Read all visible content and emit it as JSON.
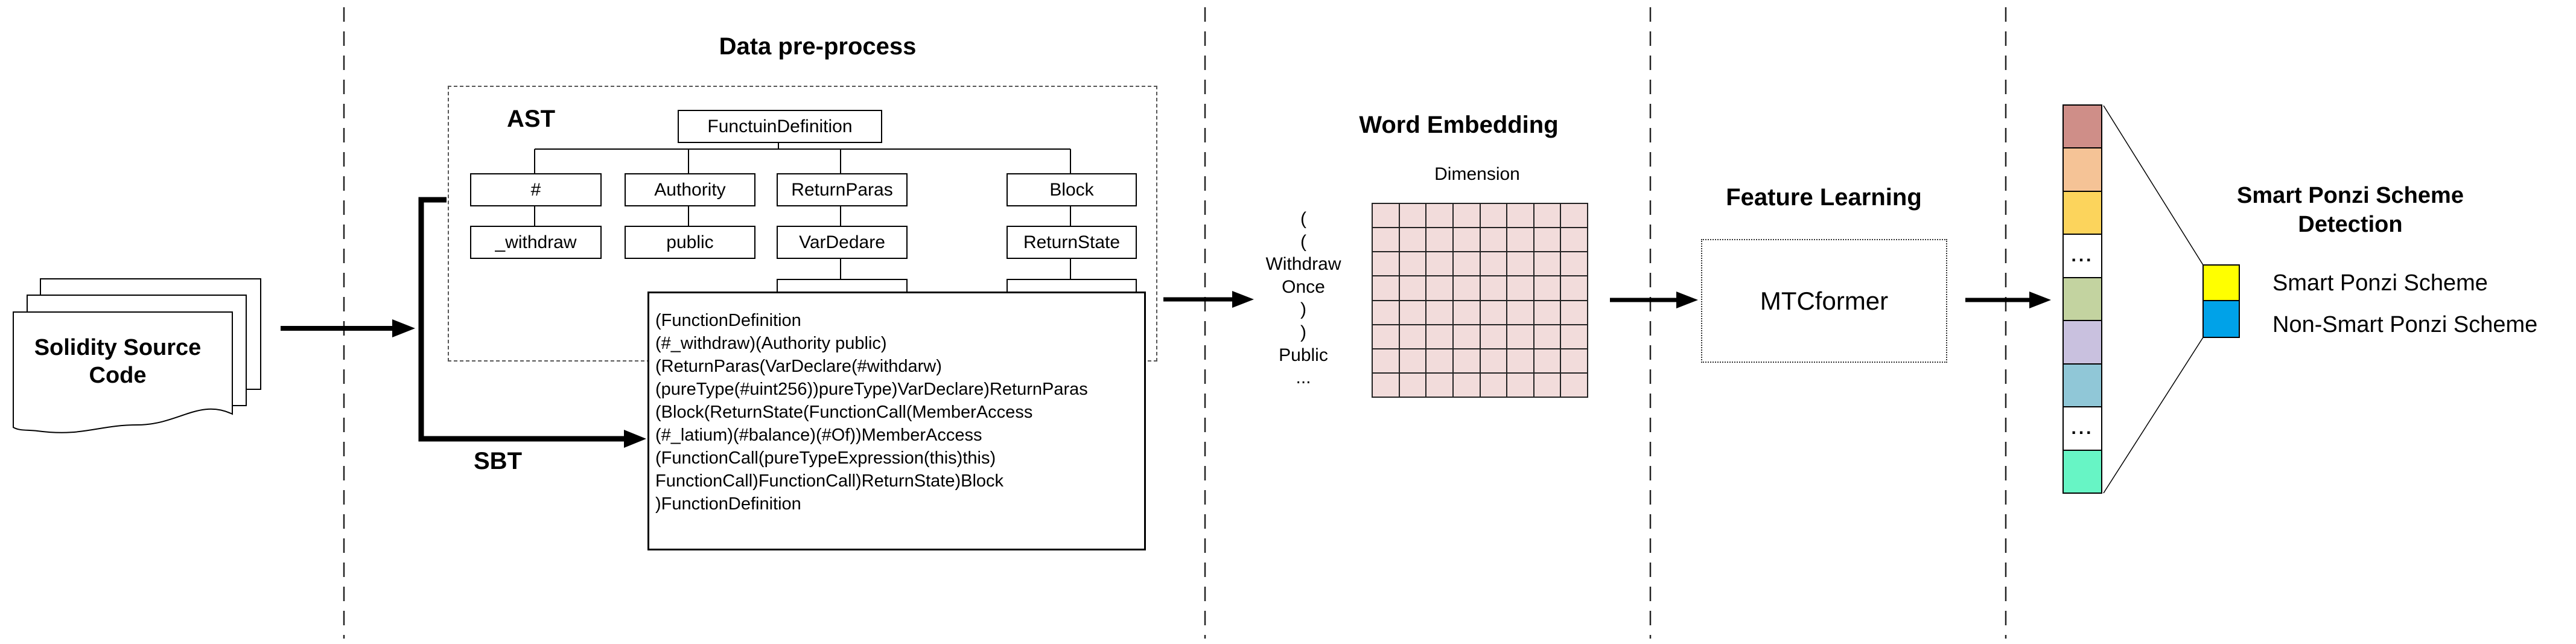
{
  "source": {
    "title_line1": "Solidity Source",
    "title_line2": "Code"
  },
  "preprocess": {
    "title": "Data pre-process",
    "ast_label": "AST",
    "sbt_label": "SBT",
    "ast": {
      "root": "FunctuinDefinition",
      "level1": [
        "#",
        "Authority",
        "ReturnParas",
        "Block"
      ],
      "level2": [
        "_withdraw",
        "public",
        "VarDedare",
        "ReturnState"
      ]
    },
    "sbt_lines": [
      "(FunctionDefinition",
      "(#_withdraw)(Authority public)",
      "(ReturnParas(VarDeclare(#withdarw)",
      "(pureType(#uint256))pureType)VarDeclare)ReturnParas",
      "(Block(ReturnState(FunctionCall(MemberAccess",
      "(#_latium)(#balance)(#Of))MemberAccess",
      "(FunctionCall(pureTypeExpression(this)this)",
      "FunctionCall)FunctionCall)ReturnState)Block",
      ")FunctionDefinition"
    ]
  },
  "word_embedding": {
    "title": "Word Embedding",
    "dimension_label": "Dimension",
    "tokens": [
      "(",
      "(",
      "Withdraw",
      "Once",
      ")",
      ")",
      "Public",
      "..."
    ],
    "grid": {
      "rows": 8,
      "cols": 8,
      "cell_color": "#f2dcdb"
    }
  },
  "feature_learning": {
    "title": "Feature Learning",
    "model": "MTCformer"
  },
  "detection": {
    "title_line1": "Smart Ponzi Scheme",
    "title_line2": "Detection",
    "vector_cells": [
      {
        "color": "#cf8e88",
        "label": ""
      },
      {
        "color": "#f5c396",
        "label": ""
      },
      {
        "color": "#fcd45c",
        "label": ""
      },
      {
        "color": "#ffffff",
        "label": "..."
      },
      {
        "color": "#c3d3a0",
        "label": ""
      },
      {
        "color": "#c9c1df",
        "label": ""
      },
      {
        "color": "#90c7d7",
        "label": ""
      },
      {
        "color": "#ffffff",
        "label": "..."
      },
      {
        "color": "#67f5c5",
        "label": ""
      }
    ],
    "classes": [
      {
        "color": "#ffff00",
        "label": "Smart Ponzi Scheme"
      },
      {
        "color": "#00a2e8",
        "label": "Non-Smart Ponzi Scheme"
      }
    ]
  }
}
